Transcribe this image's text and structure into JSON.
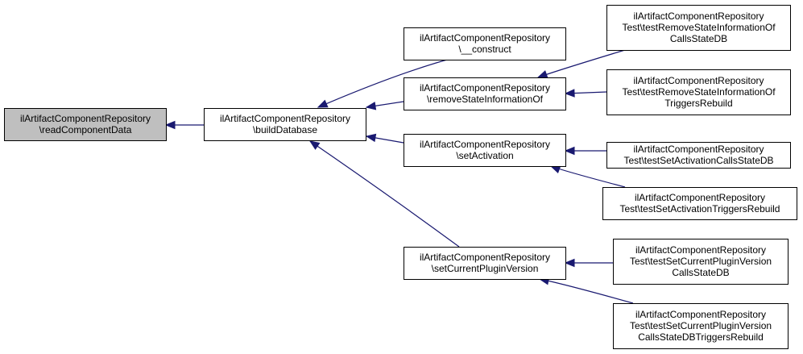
{
  "graph": {
    "edge_color": "#191970",
    "root_fill": "#bfbfbf",
    "node_fill": "#ffffff",
    "nodes": [
      {
        "id": "readComponentData",
        "lines": [
          "ilArtifactComponentRepository",
          "\\readComponentData"
        ],
        "root": true
      },
      {
        "id": "buildDatabase",
        "lines": [
          "ilArtifactComponentRepository",
          "\\buildDatabase"
        ]
      },
      {
        "id": "construct",
        "lines": [
          "ilArtifactComponentRepository",
          "\\__construct"
        ]
      },
      {
        "id": "removeStateInformationOf",
        "lines": [
          "ilArtifactComponentRepository",
          "\\removeStateInformationOf"
        ]
      },
      {
        "id": "setActivation",
        "lines": [
          "ilArtifactComponentRepository",
          "\\setActivation"
        ]
      },
      {
        "id": "setCurrentPluginVersion",
        "lines": [
          "ilArtifactComponentRepository",
          "\\setCurrentPluginVersion"
        ]
      },
      {
        "id": "testRemoveCalls",
        "lines": [
          "ilArtifactComponentRepository",
          "Test\\testRemoveStateInformationOf",
          "CallsStateDB"
        ]
      },
      {
        "id": "testRemoveTriggers",
        "lines": [
          "ilArtifactComponentRepository",
          "Test\\testRemoveStateInformationOf",
          "TriggersRebuild"
        ]
      },
      {
        "id": "testSetActivationCalls",
        "lines": [
          "ilArtifactComponentRepository",
          "Test\\testSetActivationCallsStateDB"
        ]
      },
      {
        "id": "testSetActivationTriggers",
        "lines": [
          "ilArtifactComponentRepository",
          "Test\\testSetActivationTriggersRebuild"
        ]
      },
      {
        "id": "testSetVersionCalls",
        "lines": [
          "ilArtifactComponentRepository",
          "Test\\testSetCurrentPluginVersion",
          "CallsStateDB"
        ]
      },
      {
        "id": "testSetVersionTriggers",
        "lines": [
          "ilArtifactComponentRepository",
          "Test\\testSetCurrentPluginVersion",
          "CallsStateDBTriggersRebuild"
        ]
      }
    ],
    "edges": [
      {
        "from": "buildDatabase",
        "to": "readComponentData"
      },
      {
        "from": "construct",
        "to": "buildDatabase"
      },
      {
        "from": "removeStateInformationOf",
        "to": "buildDatabase"
      },
      {
        "from": "setActivation",
        "to": "buildDatabase"
      },
      {
        "from": "setCurrentPluginVersion",
        "to": "buildDatabase"
      },
      {
        "from": "testRemoveCalls",
        "to": "removeStateInformationOf"
      },
      {
        "from": "testRemoveTriggers",
        "to": "removeStateInformationOf"
      },
      {
        "from": "testSetActivationCalls",
        "to": "setActivation"
      },
      {
        "from": "testSetActivationTriggers",
        "to": "setActivation"
      },
      {
        "from": "testSetVersionCalls",
        "to": "setCurrentPluginVersion"
      },
      {
        "from": "testSetVersionTriggers",
        "to": "setCurrentPluginVersion"
      }
    ]
  }
}
